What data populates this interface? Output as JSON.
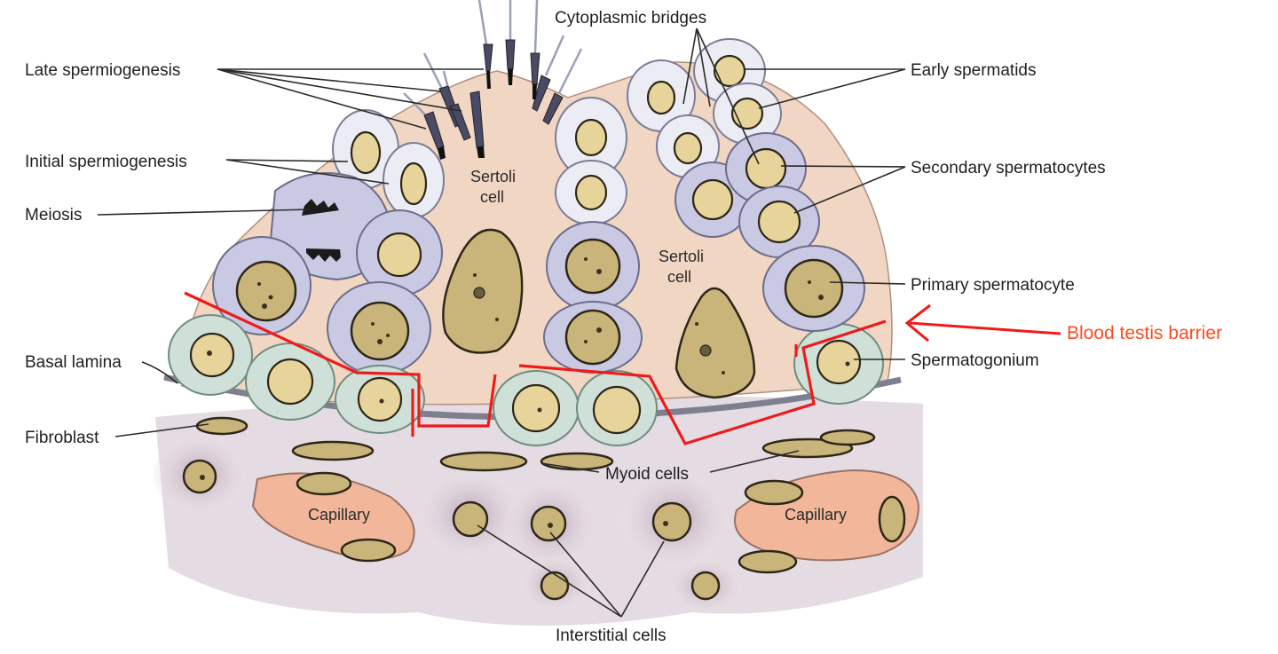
{
  "labels": {
    "cytoplasmic_bridges": "Cytoplasmic bridges",
    "late_spermiogenesis": "Late spermiogenesis",
    "early_spermatids": "Early spermatids",
    "initial_spermiogenesis": "Initial spermiogenesis",
    "secondary_spermatocytes": "Secondary spermatocytes",
    "meiosis": "Meiosis",
    "primary_spermatocyte": "Primary spermatocyte",
    "blood_testis_barrier": "Blood testis barrier",
    "basal_lamina": "Basal lamina",
    "spermatogonium": "Spermatogonium",
    "fibroblast": "Fibroblast",
    "myoid_cells": "Myoid cells",
    "interstitial_cells": "Interstitial cells"
  },
  "inner_labels": {
    "sertoli_left_1": "Sertoli",
    "sertoli_left_2": "cell",
    "sertoli_right_1": "Sertoli",
    "sertoli_right_2": "cell",
    "capillary_left": "Capillary",
    "capillary_right": "Capillary"
  },
  "colors": {
    "sertoli_cytoplasm": "#f1d7c3",
    "capillary": "#f2b79a",
    "barrier_line": "#ee1b1b",
    "barrier_label": "#ff4a1c",
    "basal_lamina": "#7f7f92",
    "interstitium": "#ddd1da"
  }
}
